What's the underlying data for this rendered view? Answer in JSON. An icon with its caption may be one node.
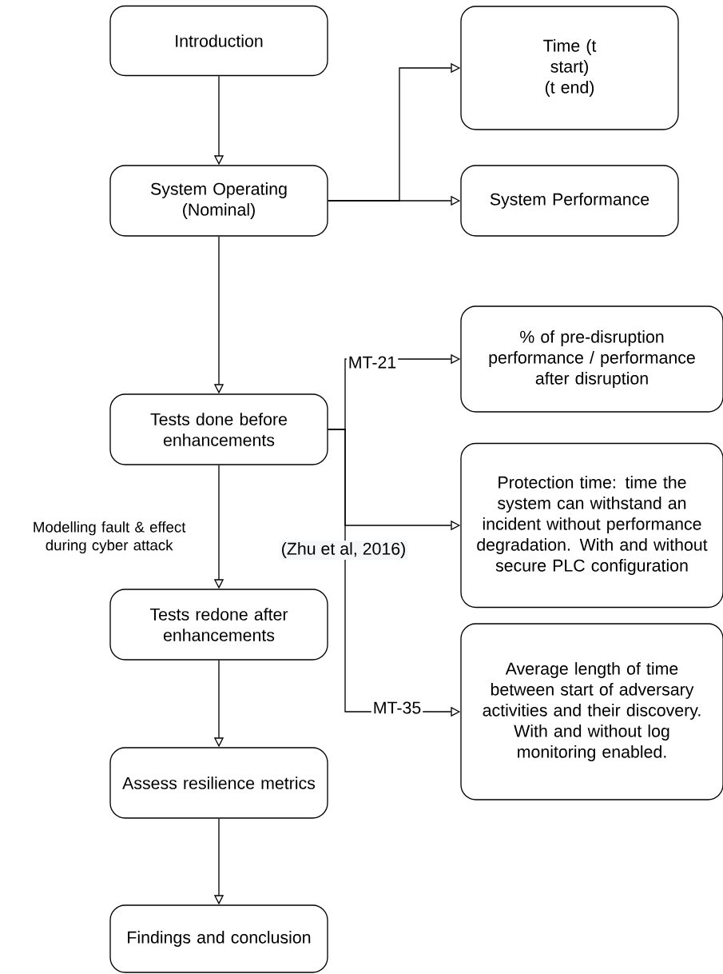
{
  "diagram": {
    "nodes": [
      {
        "text": [
          "Introduction"
        ]
      },
      {
        "text": [
          "System Operating (Nominal)"
        ]
      },
      {
        "text": [
          "Time (t start) (t end)"
        ]
      },
      {
        "text": [
          "System Performance"
        ]
      },
      {
        "text": [
          "Tests done before enhancements"
        ]
      },
      {
        "text": [
          "% of pre-disruption performance / performance after disruption"
        ]
      },
      {
        "text": [
          "Protection time: time the system can withstand an incident without performance degradation. With and without secure PLC configuration"
        ]
      },
      {
        "text": [
          "Tests redone after enhancements"
        ]
      },
      {
        "text": [
          "Average length of time between start of adversary activities and their discovery. With and without log monitoring enabled."
        ]
      },
      {
        "text": [
          "Assess resilience metrics"
        ]
      },
      {
        "text": [
          "Findings and conclusion"
        ]
      }
    ],
    "edges": [
      {
        "from": 0,
        "to": 1,
        "arrow": "to"
      },
      {
        "from": 1,
        "to": 2,
        "arrow": "to"
      },
      {
        "from": 1,
        "to": 3,
        "arrow": "to"
      },
      {
        "from": 1,
        "to": 4,
        "arrow": "to"
      },
      {
        "from": 4,
        "to": 5,
        "arrow": "to",
        "label": "MT-21"
      },
      {
        "from": 4,
        "to": 6,
        "arrow": "to",
        "label": "(Zhu et al, 2016)"
      },
      {
        "from": 4,
        "to": 8,
        "arrow": "to",
        "label": "MT-35"
      },
      {
        "from": 4,
        "to": 7,
        "arrow": "to",
        "label": "Modelling fault & effect during cyber attack"
      },
      {
        "from": 7,
        "to": 9,
        "arrow": "to"
      },
      {
        "from": 9,
        "to": 10,
        "arrow": "to"
      }
    ]
  }
}
